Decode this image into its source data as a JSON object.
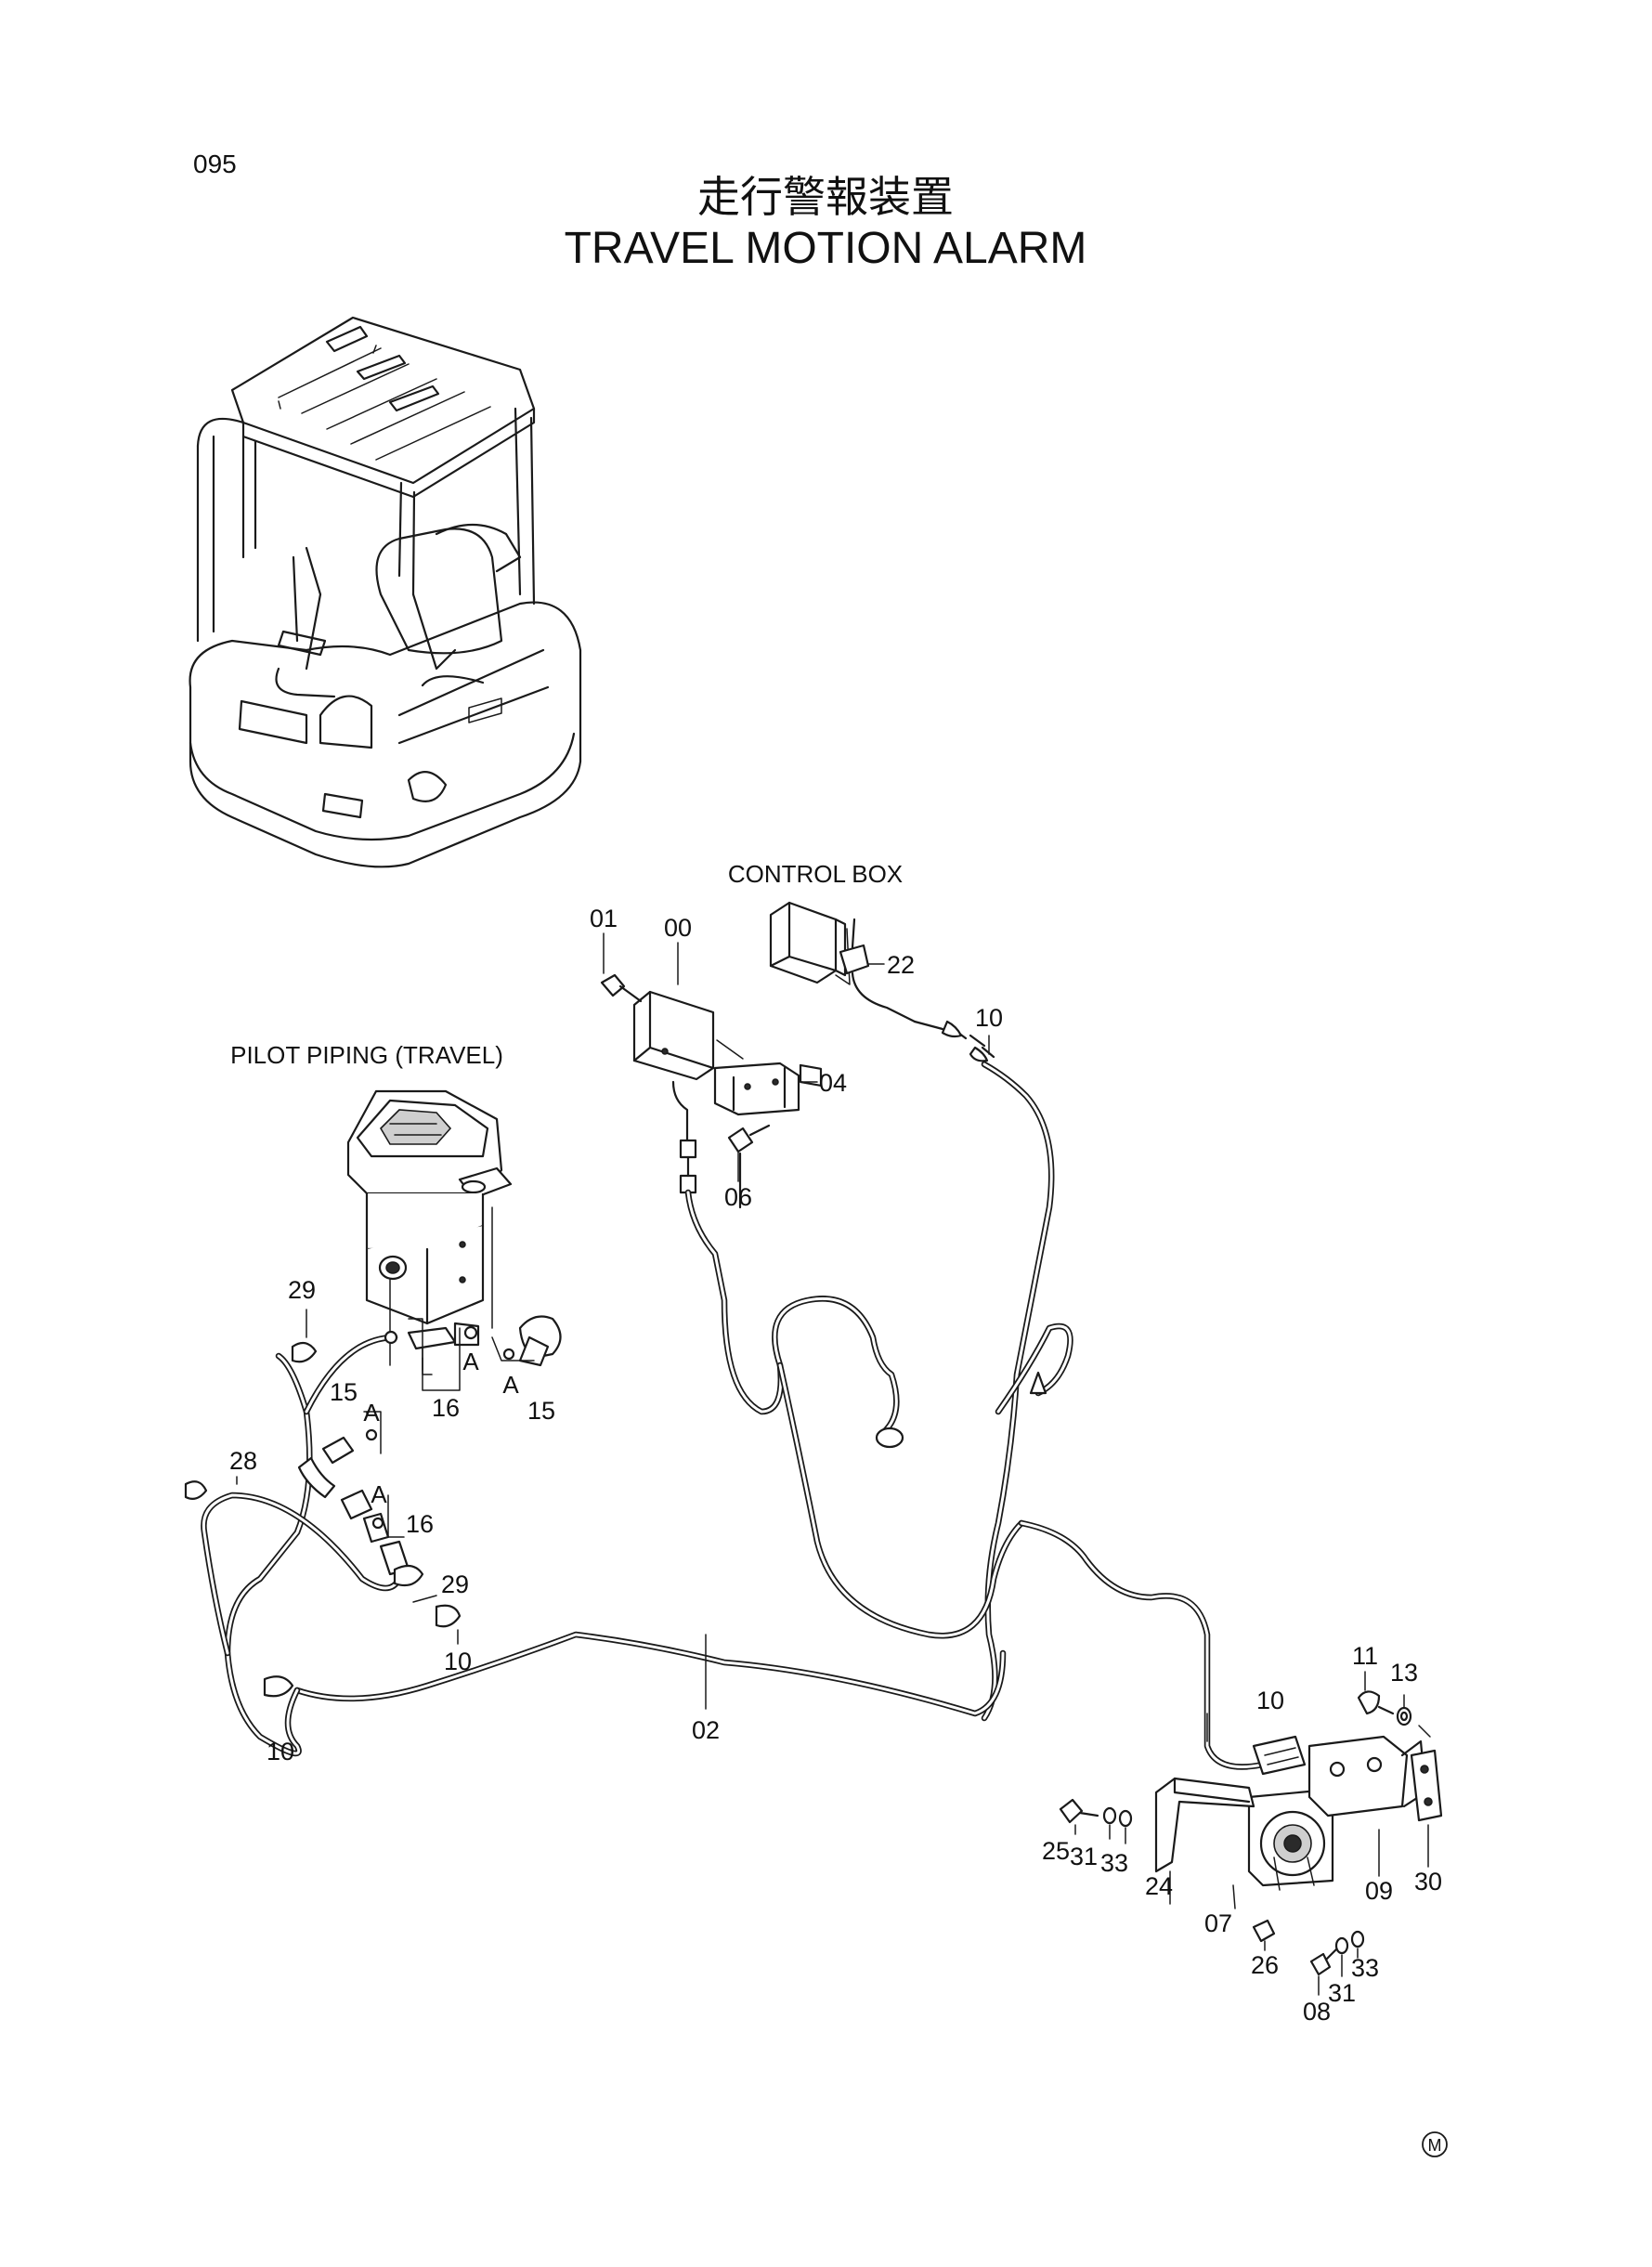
{
  "page_number": "095",
  "title_jp": "走行警報装置",
  "title_en": "TRAVEL MOTION ALARM",
  "section_labels": {
    "control_box": "CONTROL BOX",
    "pilot_piping": "PILOT PIPING (TRAVEL)"
  },
  "part_callouts": {
    "p00": "00",
    "p01": "01",
    "p02": "02",
    "p04": "04",
    "p06": "06",
    "p07": "07",
    "p08": "08",
    "p09": "09",
    "p10a": "10",
    "p10b": "10",
    "p10c": "10",
    "p10d": "10",
    "p11": "11",
    "p13": "13",
    "p15a": "15",
    "p15b": "15",
    "p16a": "16",
    "p16b": "16",
    "p22": "22",
    "p24": "24",
    "p25": "25",
    "p26": "26",
    "p28": "28",
    "p29a": "29",
    "p29b": "29",
    "p30": "30",
    "p31a": "31",
    "p31b": "31",
    "p33a": "33",
    "p33b": "33"
  },
  "connection_marks": {
    "a1": "A",
    "a2": "A",
    "a3": "A",
    "a4": "A"
  },
  "corner_mark": "M"
}
